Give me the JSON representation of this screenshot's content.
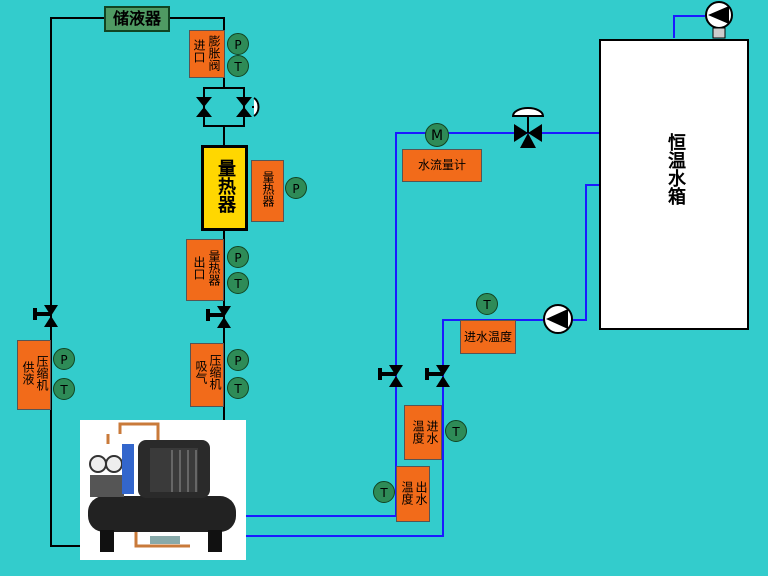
{
  "receiver": "储液器",
  "expansion_valve": {
    "inlet": "进口",
    "name": "膨胀阀"
  },
  "calorimeter": {
    "name": "量热器",
    "side_label": "量热器"
  },
  "calorimeter_outlet": {
    "a": "出口",
    "b": "量热器"
  },
  "compressor_suction": {
    "a": "吸气",
    "b": "压缩机"
  },
  "compressor_supply": {
    "a": "供液",
    "b": "压缩机"
  },
  "flowmeter": "水流量计",
  "inlet_water_temp": "进水温度",
  "water_in_temp": {
    "a": "进水",
    "b": "温度"
  },
  "water_out_temp": {
    "a": "出水",
    "b": "温度"
  },
  "tank": "恒温水箱",
  "sensor_labels": {
    "pressure": "P",
    "temperature": "T",
    "motor": "M"
  },
  "colors": {
    "background": "#33cccc",
    "pipe_refrigerant": "#000000",
    "pipe_water": "#1a1aff",
    "box": "#f26b1a",
    "sensor": "#2e8b57",
    "calorimeter": "#ffd700"
  }
}
